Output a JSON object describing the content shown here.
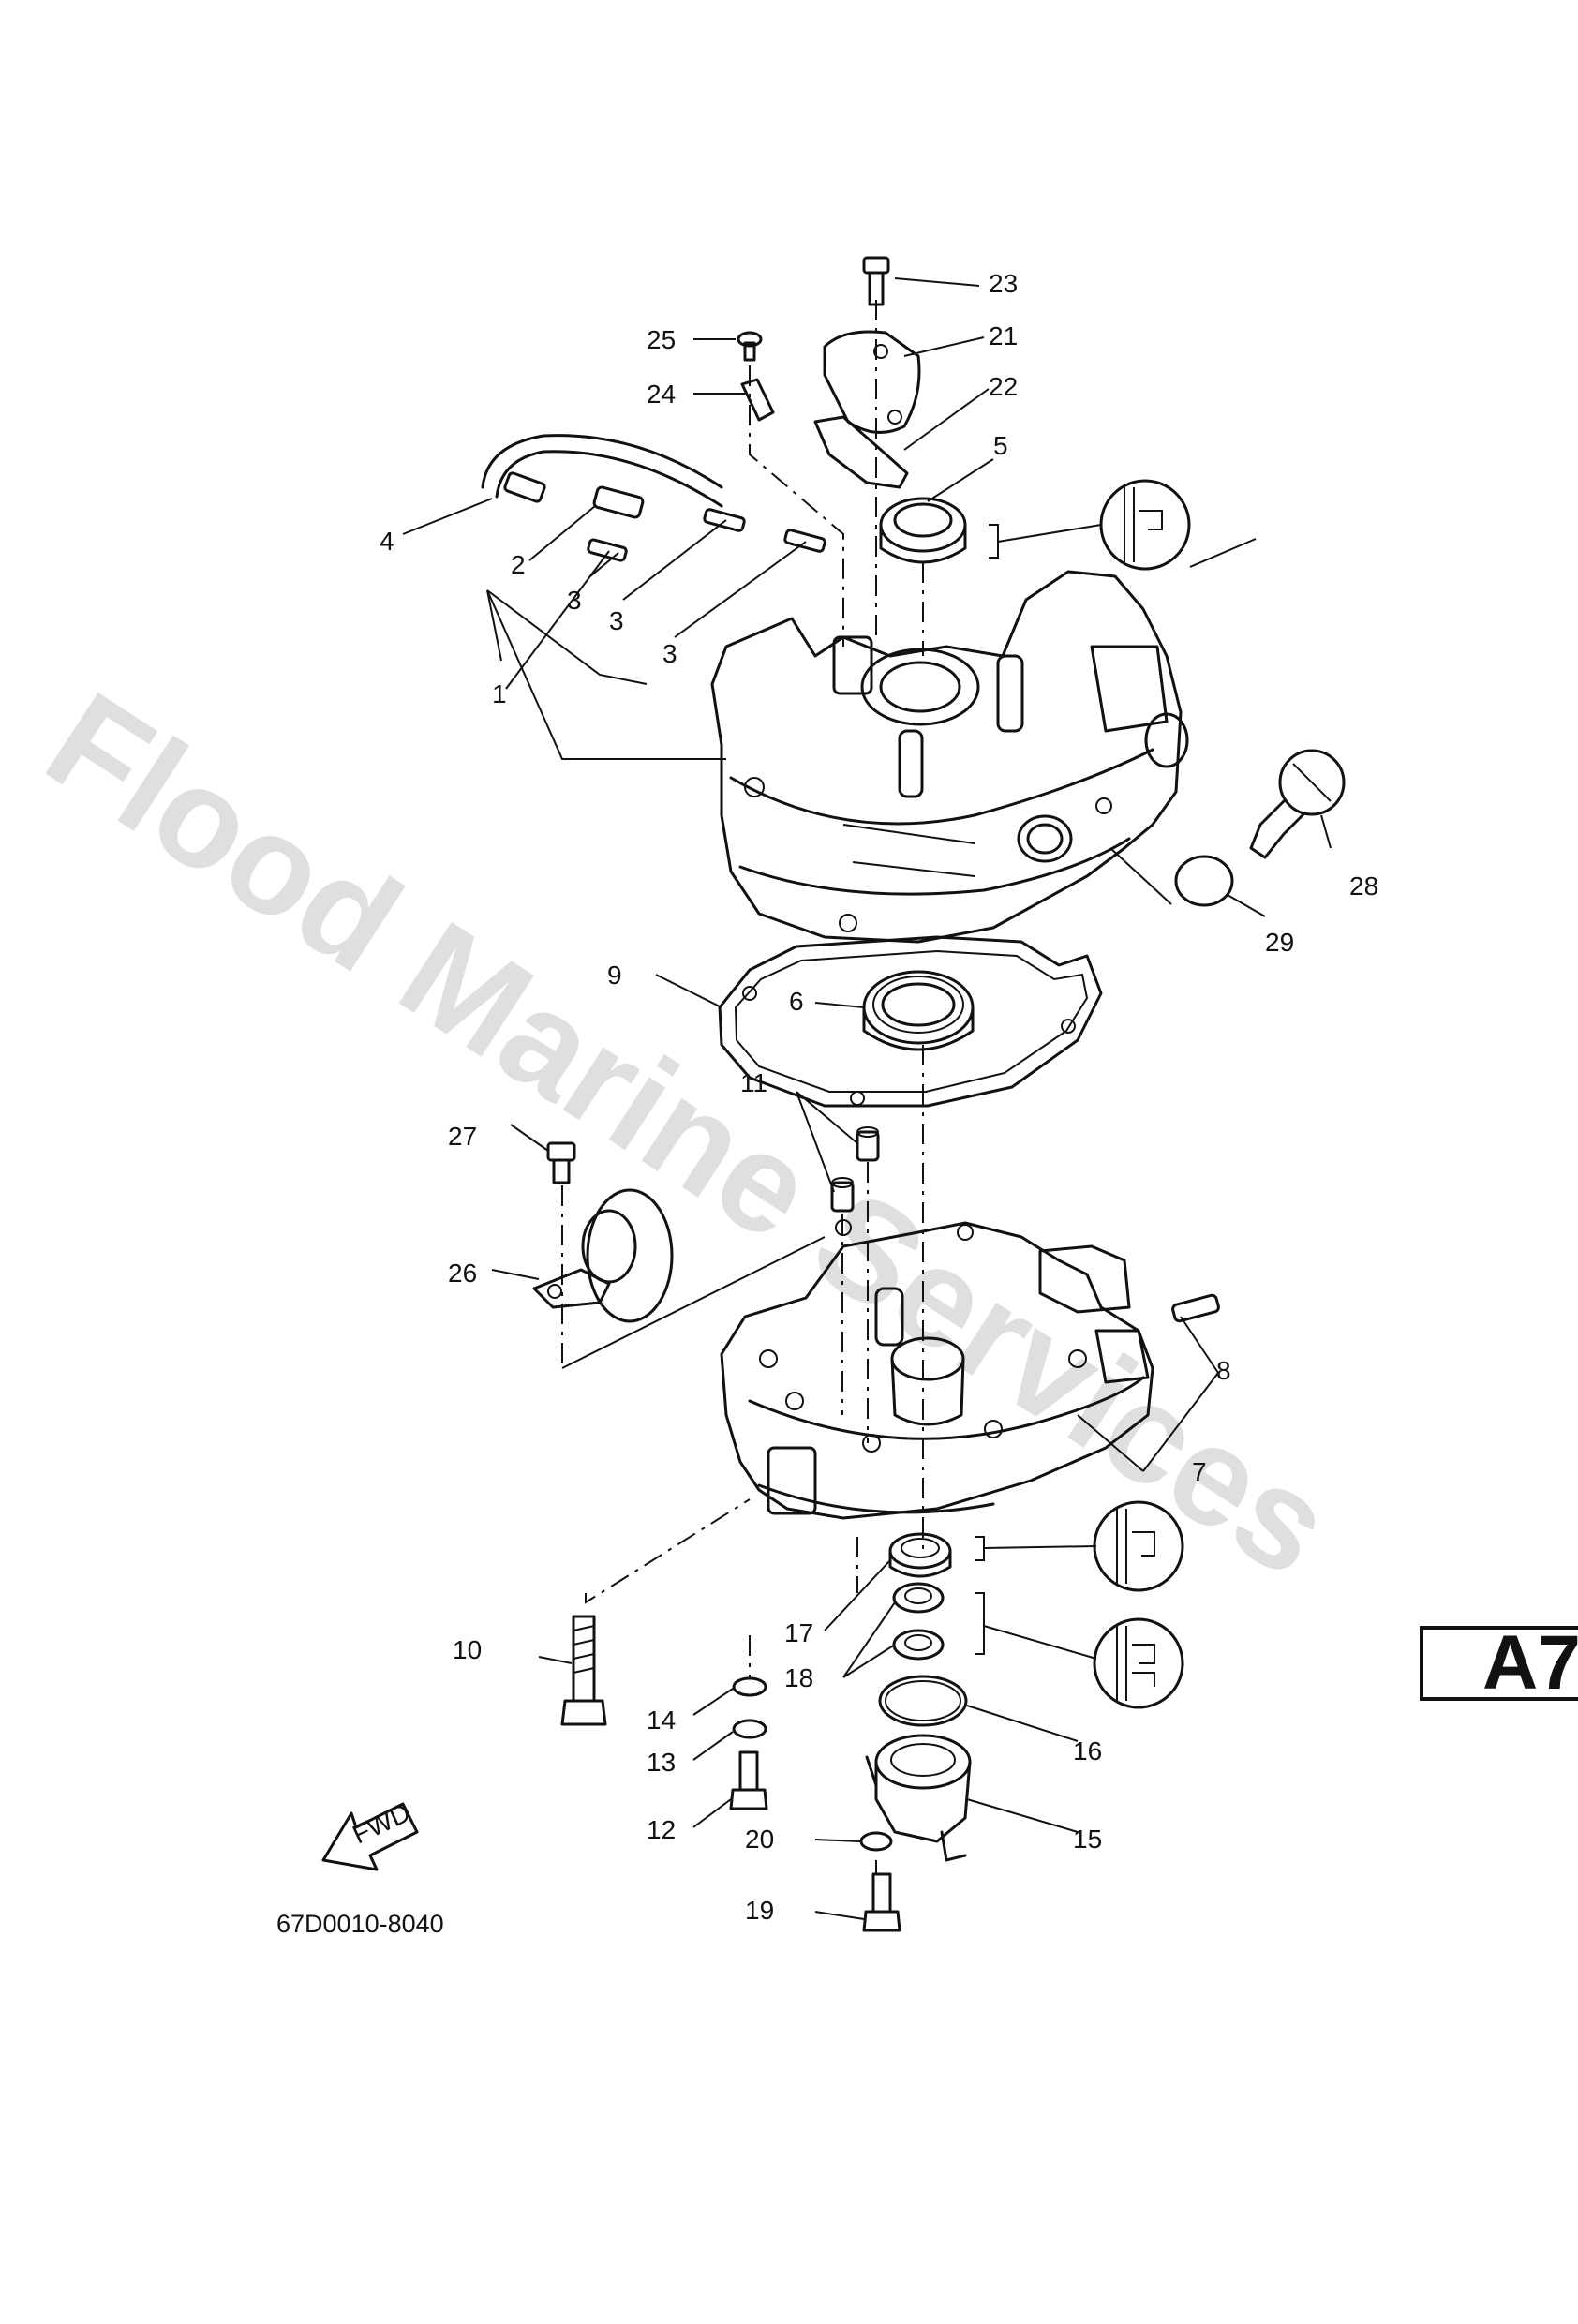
{
  "watermark": "Flood Marine Services",
  "diagram_code": "67D0010-8040",
  "page_tag": "A7",
  "fwd_label": "FWD",
  "callouts": {
    "c1": "1",
    "c2": "2",
    "c3a": "3",
    "c3b": "3",
    "c3c": "3",
    "c4": "4",
    "c5": "5",
    "c6": "6",
    "c7": "7",
    "c8": "8",
    "c9": "9",
    "c10": "10",
    "c11": "11",
    "c12": "12",
    "c13": "13",
    "c14": "14",
    "c15": "15",
    "c16": "16",
    "c17": "17",
    "c18": "18",
    "c19": "19",
    "c20": "20",
    "c21": "21",
    "c22": "22",
    "c23": "23",
    "c24": "24",
    "c25": "25",
    "c26": "26",
    "c27": "27",
    "c28": "28",
    "c29": "29"
  }
}
